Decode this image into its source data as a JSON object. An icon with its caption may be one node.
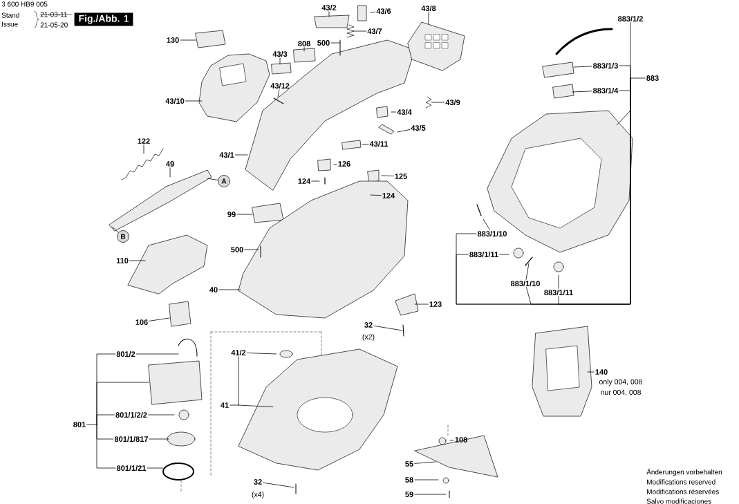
{
  "diagram": {
    "nodes": [
      {
        "text": [
          "130"
        ]
      },
      {
        "text": [
          "43/2"
        ]
      },
      {
        "text": [
          "43/6"
        ]
      },
      {
        "text": [
          "43/8"
        ]
      },
      {
        "text": [
          "43/3"
        ]
      },
      {
        "text": [
          "808"
        ]
      },
      {
        "text": [
          "500"
        ]
      },
      {
        "text": [
          "43/7"
        ]
      },
      {
        "text": [
          "43/12"
        ]
      },
      {
        "text": [
          "43/10"
        ]
      },
      {
        "text": [
          "43/9"
        ]
      },
      {
        "text": [
          "43/4"
        ]
      },
      {
        "text": [
          "43/5"
        ]
      },
      {
        "text": [
          "43/11"
        ]
      },
      {
        "text": [
          "43/1"
        ]
      },
      {
        "text": [
          "122"
        ]
      },
      {
        "text": [
          "49"
        ]
      },
      {
        "text": [
          "126"
        ]
      },
      {
        "text": [
          "125"
        ]
      },
      {
        "text": [
          "124"
        ]
      },
      {
        "text": [
          "124"
        ]
      },
      {
        "text": [
          "99"
        ]
      },
      {
        "text": [
          "500"
        ]
      },
      {
        "text": [
          "110"
        ]
      },
      {
        "text": [
          "40"
        ]
      },
      {
        "text": [
          "106"
        ]
      },
      {
        "text": [
          "123"
        ]
      },
      {
        "text": [
          "32"
        ],
        "beside": [
          "(x2)"
        ]
      },
      {
        "text": [
          "140"
        ],
        "beside": [
          "only 004, 008",
          "nur 004, 008"
        ]
      },
      {
        "text": [
          "108"
        ]
      },
      {
        "text": [
          "55"
        ]
      },
      {
        "text": [
          "58"
        ]
      },
      {
        "text": [
          "59"
        ]
      },
      {
        "text": [
          "32"
        ],
        "beside": [
          "(x4)"
        ]
      },
      {
        "text": [
          "41/2"
        ]
      },
      {
        "text": [
          "41"
        ]
      },
      {
        "text": [
          "801/2"
        ]
      },
      {
        "text": [
          "801"
        ]
      },
      {
        "text": [
          "801/1/2/2"
        ]
      },
      {
        "text": [
          "801/1/817"
        ]
      },
      {
        "text": [
          "801/1/21"
        ]
      },
      {
        "text": [
          "883/1/2"
        ]
      },
      {
        "text": [
          "883/1/3"
        ]
      },
      {
        "text": [
          "883/1/4"
        ]
      },
      {
        "text": [
          "883"
        ]
      },
      {
        "text": [
          "883/1/10"
        ]
      },
      {
        "text": [
          "883/1/11"
        ]
      },
      {
        "text": [
          "883/1/10"
        ]
      },
      {
        "text": [
          "883/1/11"
        ]
      },
      {
        "text": [
          "A"
        ]
      },
      {
        "text": [
          "B"
        ]
      },
      {
        "text": [],
        "shape": "picture"
      },
      {
        "text": [],
        "shape": "picture"
      }
    ],
    "edges": [
      {
        "from": 0,
        "to": null,
        "arrow": "none"
      },
      {
        "from": 1,
        "to": null,
        "arrow": "none"
      },
      {
        "from": 2,
        "to": null,
        "arrow": "none"
      },
      {
        "from": 3,
        "to": null,
        "arrow": "none"
      },
      {
        "from": 4,
        "to": null,
        "arrow": "none"
      },
      {
        "from": 5,
        "to": null,
        "arrow": "none"
      },
      {
        "from": 6,
        "to": null,
        "arrow": "none"
      },
      {
        "from": 7,
        "to": null,
        "arrow": "none"
      },
      {
        "from": 8,
        "to": null,
        "arrow": "none"
      },
      {
        "from": 9,
        "to": null,
        "arrow": "none"
      },
      {
        "from": 10,
        "to": null,
        "arrow": "none"
      },
      {
        "from": 11,
        "to": null,
        "arrow": "none"
      },
      {
        "from": 12,
        "to": null,
        "arrow": "none"
      },
      {
        "from": 13,
        "to": null,
        "arrow": "none"
      },
      {
        "from": 14,
        "to": null,
        "arrow": "none"
      },
      {
        "from": 15,
        "to": null,
        "arrow": "none"
      },
      {
        "from": 16,
        "to": null,
        "arrow": "none"
      },
      {
        "from": 17,
        "to": null,
        "arrow": "none"
      },
      {
        "from": 18,
        "to": null,
        "arrow": "none"
      },
      {
        "from": 19,
        "to": null,
        "arrow": "none"
      },
      {
        "from": 20,
        "to": null,
        "arrow": "none"
      },
      {
        "from": 21,
        "to": null,
        "arrow": "none"
      },
      {
        "from": 22,
        "to": null,
        "arrow": "none"
      },
      {
        "from": 23,
        "to": null,
        "arrow": "none"
      },
      {
        "from": 24,
        "to": null,
        "arrow": "none"
      },
      {
        "from": 25,
        "to": null,
        "arrow": "none"
      },
      {
        "from": 26,
        "to": null,
        "arrow": "none"
      },
      {
        "from": 27,
        "to": null,
        "arrow": "none"
      },
      {
        "from": 28,
        "to": null,
        "arrow": "none"
      },
      {
        "from": 29,
        "to": null,
        "arrow": "none"
      },
      {
        "from": 30,
        "to": null,
        "arrow": "none"
      },
      {
        "from": 31,
        "to": null,
        "arrow": "none"
      },
      {
        "from": 32,
        "to": null,
        "arrow": "none"
      },
      {
        "from": 33,
        "to": null,
        "arrow": "none"
      },
      {
        "from": 34,
        "to": null,
        "arrow": "none"
      },
      {
        "from": 36,
        "to": null,
        "arrow": "none"
      },
      {
        "from": 38,
        "to": null,
        "arrow": "none"
      },
      {
        "from": 39,
        "to": null,
        "arrow": "none"
      },
      {
        "from": 40,
        "to": null,
        "arrow": "none"
      },
      {
        "from": 42,
        "to": null,
        "arrow": "none"
      },
      {
        "from": 43,
        "to": null,
        "arrow": "none"
      },
      {
        "from": 45,
        "to": null,
        "arrow": "none"
      },
      {
        "from": 46,
        "to": null,
        "arrow": "none"
      },
      {
        "from": 47,
        "to": null,
        "arrow": "none"
      },
      {
        "from": 48,
        "to": null,
        "arrow": "none"
      },
      {
        "from": 49,
        "to": null,
        "arrow": "none"
      },
      {
        "from": 50,
        "to": null,
        "arrow": "none"
      },
      {
        "from": 35,
        "to": 34,
        "arrow": "none"
      },
      {
        "from": 35,
        "to": 51,
        "arrow": "none"
      },
      {
        "from": 37,
        "to": 36,
        "arrow": "none"
      },
      {
        "from": 37,
        "to": 38,
        "arrow": "none"
      },
      {
        "from": 37,
        "to": 39,
        "arrow": "none"
      },
      {
        "from": 37,
        "to": 40,
        "arrow": "none"
      },
      {
        "from": 37,
        "to": null,
        "arrow": "none"
      },
      {
        "from": 44,
        "to": 41,
        "arrow": "none"
      },
      {
        "from": 44,
        "to": 42,
        "arrow": "none"
      },
      {
        "from": 44,
        "to": 43,
        "arrow": "none"
      },
      {
        "from": 44,
        "to": 45,
        "arrow": "none"
      },
      {
        "from": 44,
        "to": 46,
        "arrow": "none"
      },
      {
        "from": 44,
        "to": 47,
        "arrow": "none"
      },
      {
        "from": 44,
        "to": 48,
        "arrow": "none"
      },
      {
        "from": 44,
        "to": 52,
        "arrow": "none"
      }
    ],
    "labels": [
      "3 600 HB9 005",
      "Stand",
      "21-03-11",
      "Issue",
      "21-05-20",
      "Fig./Abb. 1",
      "Änderungen vorbehalten",
      "Modifications reserved",
      "Modifications réservées",
      "Salvo modificaciones"
    ]
  }
}
